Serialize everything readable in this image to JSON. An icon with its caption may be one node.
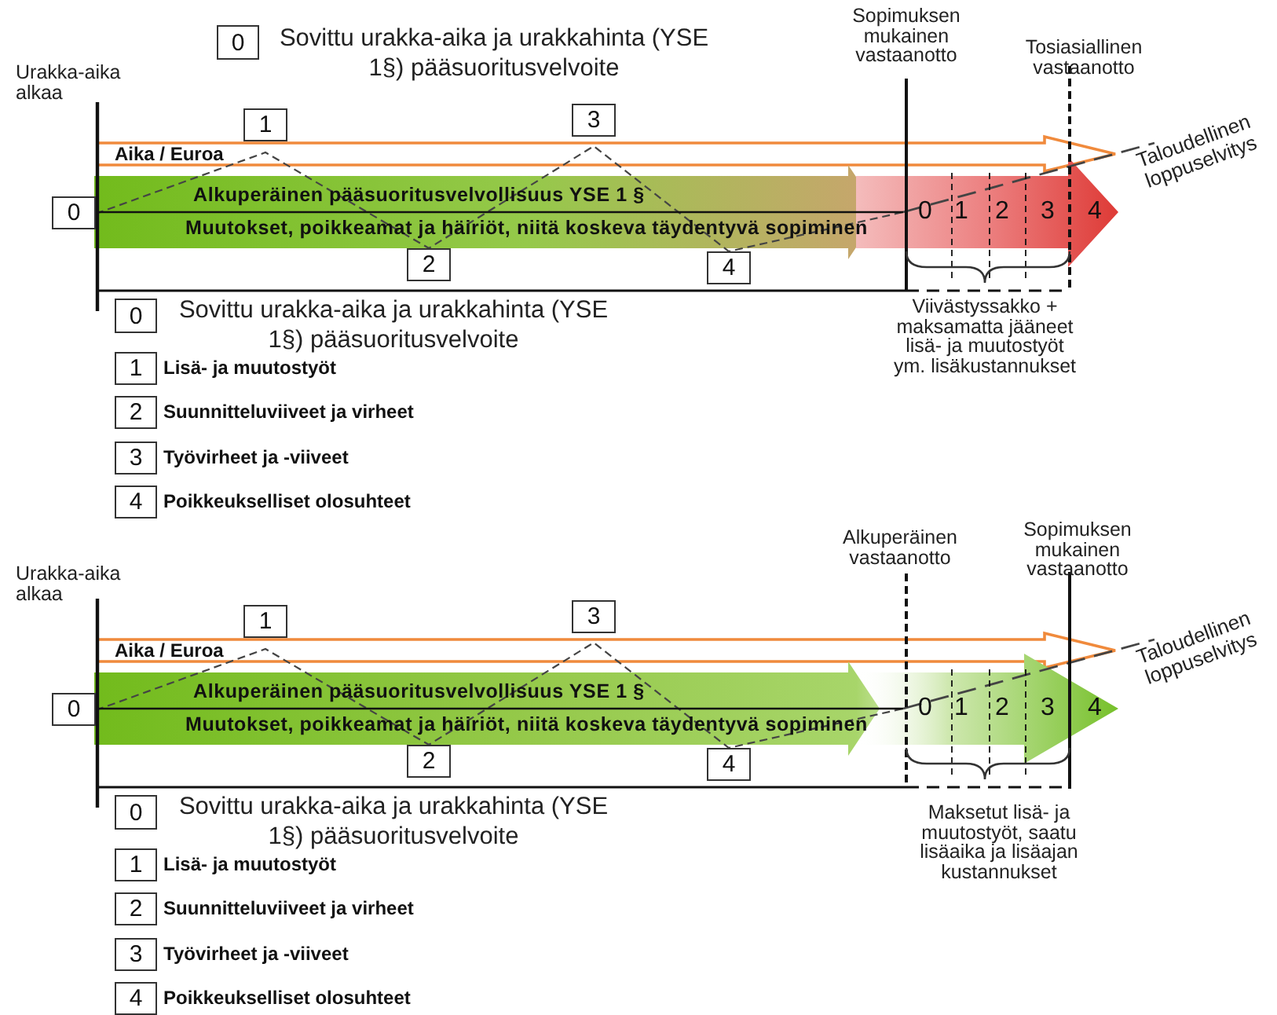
{
  "diagram": {
    "nodes": [
      {
        "text": [
          "0"
        ],
        "beside": [
          "Sovittu urakka-aika ja urakkahinta (YSE 1§) pääsuoritusvelvoite"
        ]
      },
      {
        "text": [
          "Aika / Euroa"
        ]
      },
      {
        "text": [
          "Alkuperäinen pääsuoritusvelvollisuus YSE 1 §",
          "Muutokset, poikkeamat ja häiriöt, niitä koskeva täydentyvä sopiminen"
        ]
      },
      {
        "text": [
          "0",
          "1",
          "2",
          "3",
          "4"
        ]
      },
      {
        "text": [
          "0"
        ]
      },
      {
        "text": [
          "1"
        ]
      },
      {
        "text": [
          "2"
        ]
      },
      {
        "text": [
          "3"
        ]
      },
      {
        "text": [
          "4"
        ]
      },
      {
        "text": [
          "0"
        ],
        "beside": [
          "Sovittu urakka-aika ja urakkahinta (YSE 1§) pääsuoritusvelvoite"
        ]
      },
      {
        "text": [
          "1"
        ],
        "beside": [
          "Lisä- ja muutostyöt"
        ]
      },
      {
        "text": [
          "2"
        ],
        "beside": [
          "Suunnitteluviiveet ja virheet"
        ]
      },
      {
        "text": [
          "3"
        ],
        "beside": [
          "Työvirheet ja -viiveet"
        ]
      },
      {
        "text": [
          "4"
        ],
        "beside": [
          "Poikkeukselliset olosuhteet"
        ]
      },
      {
        "text": [
          "Aika / Euroa"
        ]
      },
      {
        "text": [
          "Alkuperäinen pääsuoritusvelvollisuus YSE 1 §",
          "Muutokset, poikkeamat ja häiriöt, niitä koskeva täydentyvä sopiminen"
        ]
      },
      {
        "text": [
          "0",
          "1",
          "2",
          "3",
          "4"
        ]
      },
      {
        "text": [
          "0"
        ]
      },
      {
        "text": [
          "1"
        ]
      },
      {
        "text": [
          "2"
        ]
      },
      {
        "text": [
          "3"
        ]
      },
      {
        "text": [
          "4"
        ]
      },
      {
        "text": [
          "0"
        ],
        "beside": [
          "Sovittu urakka-aika ja urakkahinta (YSE 1§) pääsuoritusvelvoite"
        ]
      },
      {
        "text": [
          "1"
        ],
        "beside": [
          "Lisä- ja muutostyöt"
        ]
      },
      {
        "text": [
          "2"
        ],
        "beside": [
          "Suunnitteluviiveet ja virheet"
        ]
      },
      {
        "text": [
          "3"
        ],
        "beside": [
          "Työvirheet ja -viiveet"
        ]
      },
      {
        "text": [
          "4"
        ],
        "beside": [
          "Poikkeukselliset olosuhteet"
        ]
      }
    ],
    "labels": [
      "Sopimuksen mukainen vastaanotto",
      "Tosiasiallinen vastaanotto",
      "Urakka-aika alkaa",
      "Taloudellinen loppuselvitys",
      "Viivästyssakko + maksamatta jääneet lisä- ja muutostyöt ym. lisäkustannukset",
      "Alkuperäinen vastaanotto",
      "Sopimuksen mukainen vastaanotto",
      "Urakka-aika alkaa",
      "Taloudellinen loppuselvitys",
      "Maksetut lisä- ja muutostyöt, saatu lisäaika ja lisäajan kustannukset"
    ]
  }
}
